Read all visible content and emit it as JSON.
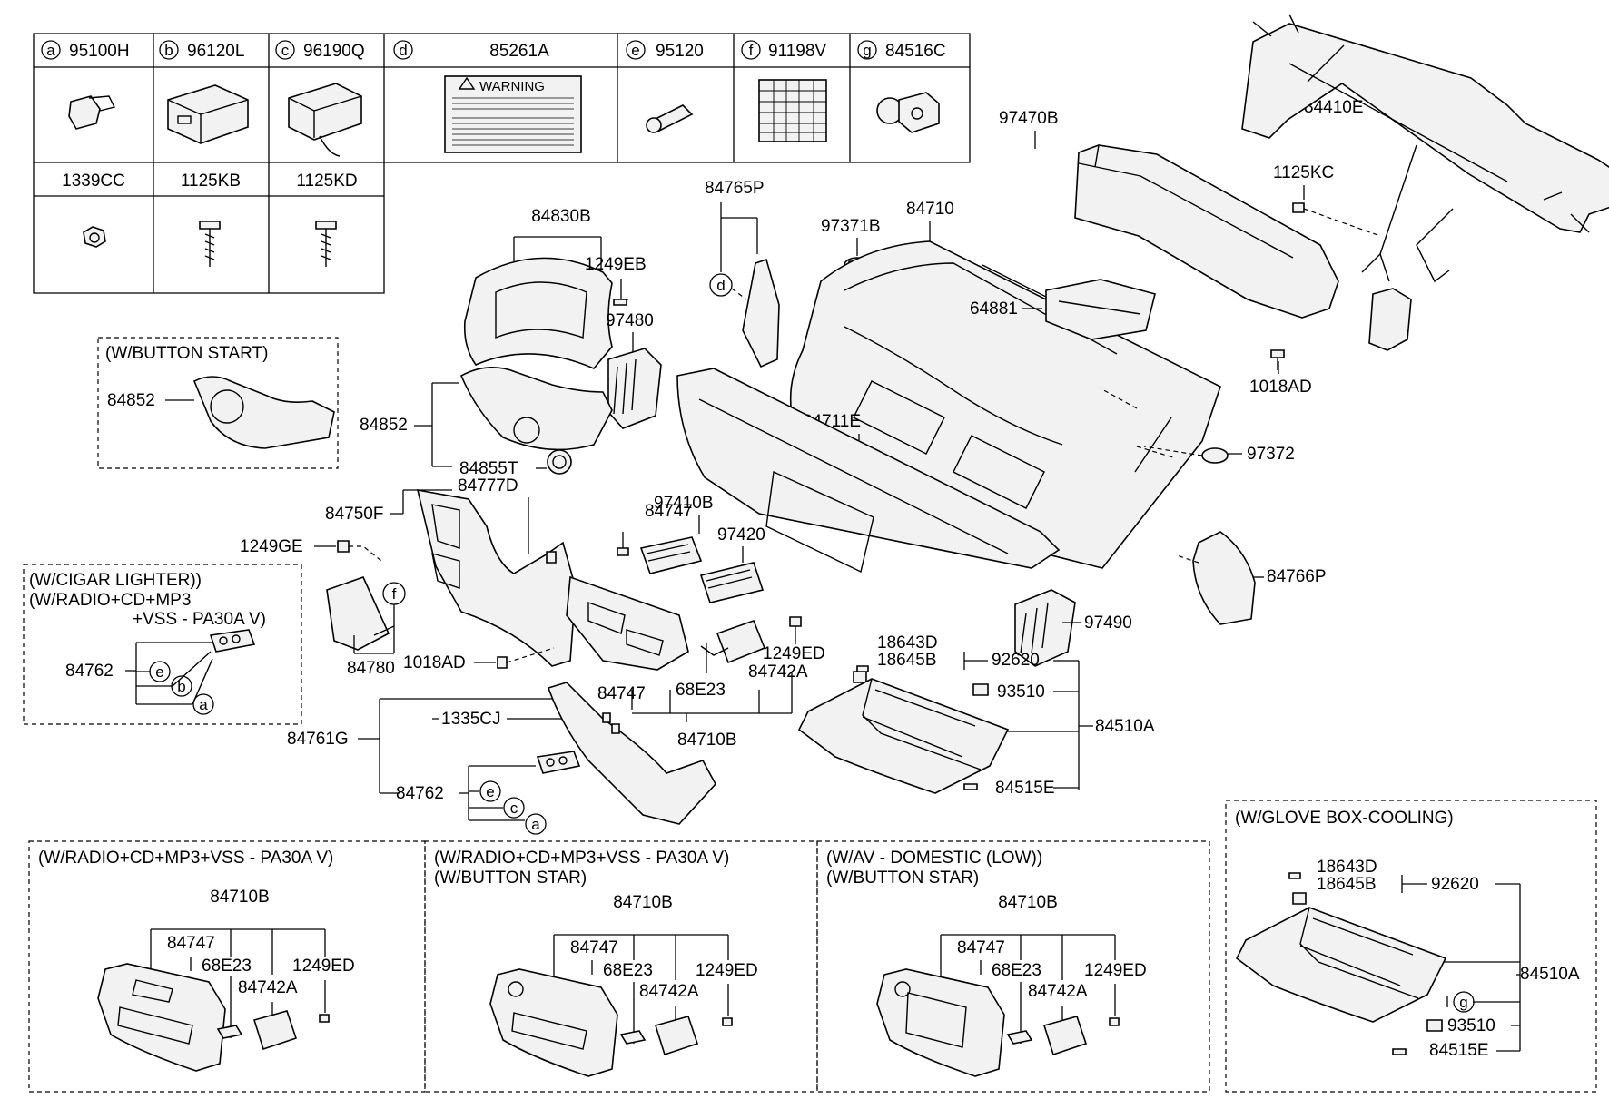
{
  "legend_table": {
    "row1": [
      {
        "letter": "a",
        "code": "95100H"
      },
      {
        "letter": "b",
        "code": "96120L"
      },
      {
        "letter": "c",
        "code": "96190Q"
      },
      {
        "letter": "d",
        "code": "85261A"
      },
      {
        "letter": "e",
        "code": "95120"
      },
      {
        "letter": "f",
        "code": "91198V"
      },
      {
        "letter": "g",
        "code": "84516C"
      }
    ],
    "row2": [
      "1339CC",
      "1125KB",
      "1125KD"
    ],
    "warning_label": "WARNING"
  },
  "boxes": {
    "button_start": {
      "title": "(W/BUTTON START)",
      "parts": [
        "84852"
      ]
    },
    "cigar_lighter": {
      "title_lines": [
        "(W/CIGAR LIGHTER))",
        "(W/RADIO+CD+MP3",
        "+VSS - PA30A V)"
      ],
      "parts": [
        "84762"
      ],
      "circles": [
        "e",
        "b",
        "a"
      ]
    },
    "variant1": {
      "title_lines": [
        "(W/RADIO+CD+MP3+VSS - PA30A V)"
      ],
      "parts": [
        "84710B",
        "84747",
        "68E23",
        "1249ED",
        "84742A"
      ]
    },
    "variant2": {
      "title_lines": [
        "(W/RADIO+CD+MP3+VSS - PA30A V)",
        "(W/BUTTON STAR)"
      ],
      "parts": [
        "84710B",
        "84747",
        "68E23",
        "1249ED",
        "84742A"
      ]
    },
    "variant3": {
      "title_lines": [
        "(W/AV - DOMESTIC (LOW))",
        "(W/BUTTON STAR)"
      ],
      "parts": [
        "84710B",
        "84747",
        "68E23",
        "1249ED",
        "84742A"
      ]
    },
    "glove_cooling": {
      "title": "(W/GLOVE BOX-COOLING)",
      "parts": [
        "18643D",
        "18645B",
        "92620",
        "84510A",
        "93510",
        "84515E"
      ],
      "circles": [
        "g"
      ]
    }
  },
  "main_labels": {
    "p84830B": "84830B",
    "p1249EB": "1249EB",
    "p97480": "97480",
    "p84852": "84852",
    "p84855T": "84855T",
    "p84777D": "84777D",
    "p84750F": "84750F",
    "p1249GE": "1249GE",
    "p84780": "84780",
    "p1018AD_a": "1018AD",
    "p84765P": "84765P",
    "p97371B": "97371B",
    "p84710": "84710",
    "p97470B": "97470B",
    "p84410E": "84410E",
    "p1125KC": "1125KC",
    "p64881": "64881",
    "p1018AD_b": "1018AD",
    "p97372": "97372",
    "p84711E": "84711E",
    "p84766P": "84766P",
    "p97490": "97490",
    "p84747": "84747",
    "p97410B": "97410B",
    "p97420": "97420",
    "p1249ED": "1249ED",
    "p84742A": "84742A",
    "p84747_b": "84747",
    "p68E23": "68E23",
    "p84710B": "84710B",
    "p18643D": "18643D",
    "p18645B": "18645B",
    "p92620": "92620",
    "p93510": "93510",
    "p84510A": "84510A",
    "p84515E": "84515E",
    "p84761G": "84761G",
    "p1335CJ": "1335CJ",
    "p84762": "84762"
  },
  "circle_letters": {
    "d": "d",
    "f": "f",
    "e": "e",
    "c": "c",
    "a": "a"
  }
}
